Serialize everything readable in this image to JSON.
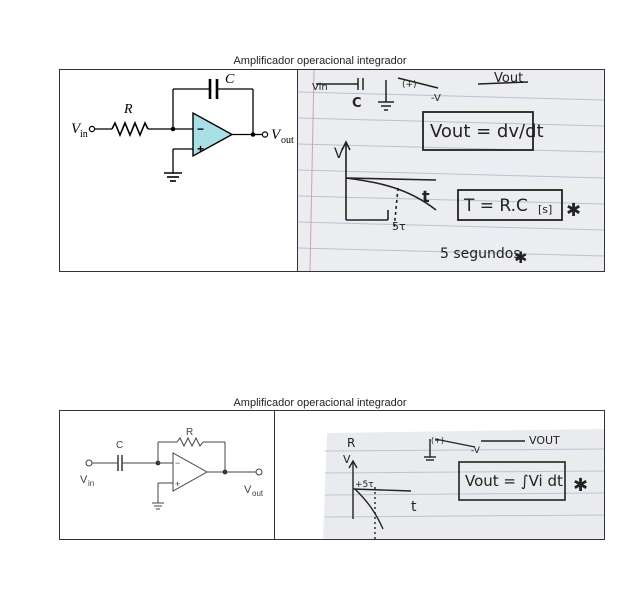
{
  "section1": {
    "title": "Amplificador operacional integrador",
    "circuit": {
      "vin_label": "V",
      "vin_sub": "in",
      "r_label": "R",
      "c_label": "C",
      "vout_label": "V",
      "vout_sub": "out",
      "minus": "−",
      "plus": "+"
    },
    "notes": {
      "top_left": "Vin",
      "c_mark": "C",
      "plus_mark": "(+)",
      "minus_v": "-V",
      "vout_top": "Vout",
      "formula": "Vout = dv/dt",
      "axis_v": "V",
      "axis_t": "t",
      "tau_mark": "5τ",
      "tau_formula": "T = R.C",
      "unit": "[s]",
      "seconds": "5 segundos"
    }
  },
  "section2": {
    "title": "Amplificador operacional integrador",
    "circuit": {
      "vin_label": "V",
      "vin_sub": "in",
      "r_label": "R",
      "c_label": "C",
      "vout_label": "V",
      "vout_sub": "out",
      "minus": "−",
      "plus": "+"
    },
    "notes": {
      "axis_r": "R",
      "axis_v": "V",
      "plus_mark": "(+)",
      "minus_v": "-V",
      "vout_top": "VOUT",
      "formula": "Vout = ∫Vi dt",
      "tau_mark": "+5τ",
      "axis_t": "t"
    }
  }
}
